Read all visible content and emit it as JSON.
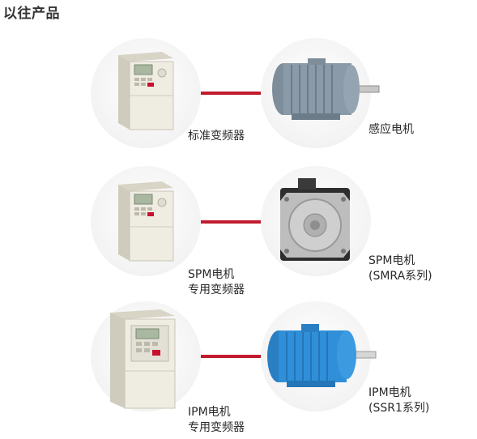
{
  "page": {
    "title": "以往产品"
  },
  "rows": [
    {
      "drive_label": "标准变频器",
      "motor_label": "感应电机",
      "motor_color": "#8a9aa8"
    },
    {
      "drive_label_line1": "SPM电机",
      "drive_label_line2": "专用变频器",
      "motor_label_line1": "SPM电机",
      "motor_label_line2": "(SMRA系列)",
      "motor_color": "#2e2e2e"
    },
    {
      "drive_label_line1": "IPM电机",
      "drive_label_line2": "专用变频器",
      "motor_label_line1": "IPM电机",
      "motor_label_line2": "(SSR1系列)",
      "motor_color": "#2f8fd8"
    }
  ],
  "colors": {
    "connector": "#c11b2e",
    "drive_body": "#ece9dd",
    "display": "#a9b8a0",
    "button_red": "#c8102e"
  }
}
